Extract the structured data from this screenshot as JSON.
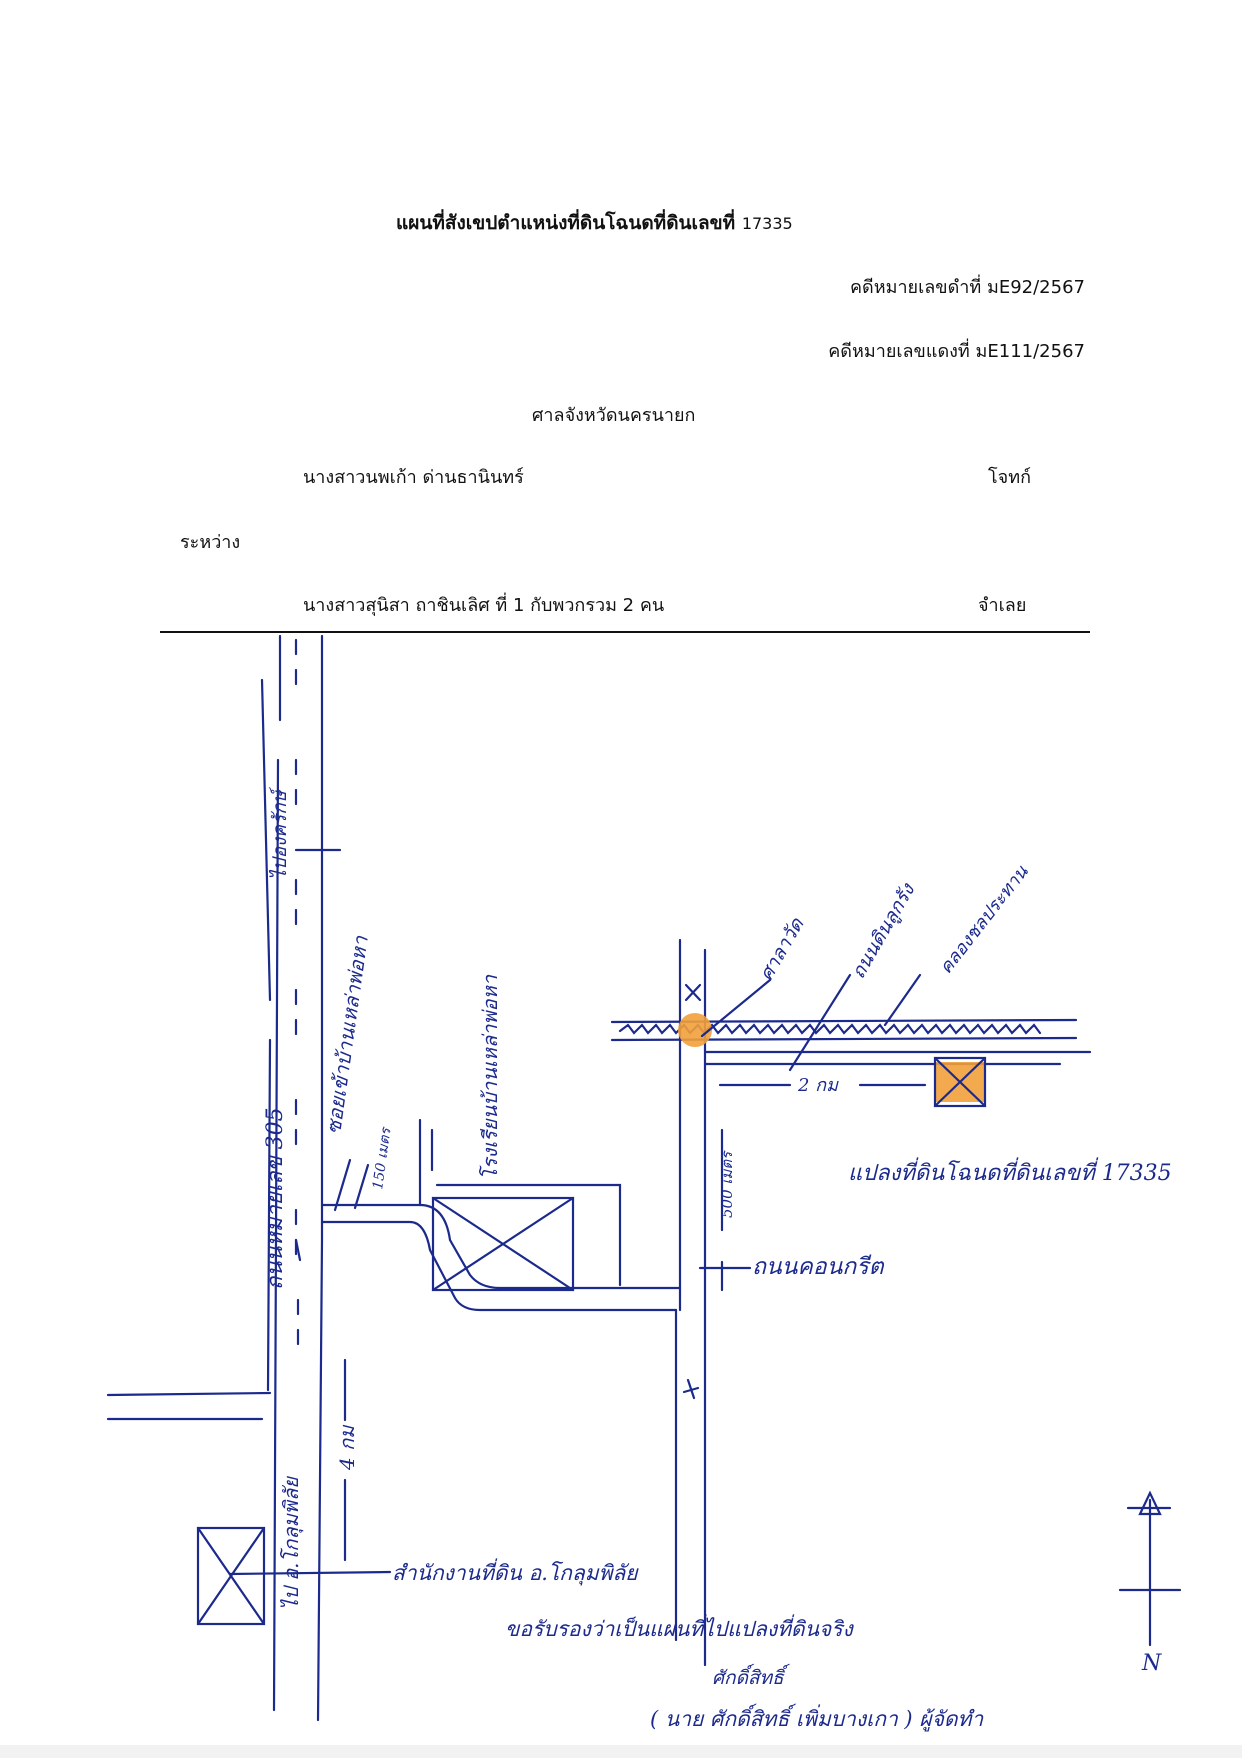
{
  "header": {
    "title": "แผนที่สังเขปตำแหน่งที่ดินโฉนดที่ดินเลขที่",
    "deed_number": "17335",
    "black_case": "คดีหมายเลขดำที่ มE92/2567",
    "red_case": "คดีหมายเลขแดงที่ มE111/2567",
    "court": "ศาลจังหวัดนครนายก",
    "plaintiff_name": "นางสาวนพเก้า  ด่านธานินทร์",
    "plaintiff_role": "โจทก์",
    "between": "ระหว่าง",
    "defendant_name": "นางสาวสุนิสา  ถาชินเลิศ ที่ 1 กับพวกรวม 2 คน",
    "defendant_role": "จำเลย"
  },
  "sketch": {
    "colors": {
      "ink": "#1b2a8c",
      "highlight": "#f2a03a"
    },
    "labels": {
      "highway": "ถนนหมายเลข 305",
      "to_ongkharak": "ไปองครักษ์",
      "to_klong_luang": "ไป อ.โกลุมพิลัย",
      "soi_entrance": "ซอยเข้าบ้านเหล่าพ่อหา",
      "dist_150": "150 เมตร",
      "school": "โรงเรียนบ้านเหล่าพ่อหา",
      "temple": "ศาลาวัด",
      "road_along_canal": "ถนนดินลูกรัง",
      "canal": "คลองชลประทาน",
      "dist_2km": "2 กม",
      "dist_500": "500 เมตร",
      "concrete_road": "ถนนคอนกรีต",
      "deed_plot": "แปลงที่ดินโฉนดที่ดินเลขที่ 17335",
      "dist_4km": "4 กม",
      "land_office": "สำนักงานที่ดิน อ.โกลุมพิลัย",
      "certify": "ขอรับรองว่าเป็นแผนที่ไปแปลงที่ดินจริง",
      "signer_line": "( นาย ศักดิ์สิทธิ์ เพิ่มบางเกา ) ผู้จัดทำ",
      "signature": "ศักดิ์สิทธิ์",
      "north": "N"
    }
  }
}
